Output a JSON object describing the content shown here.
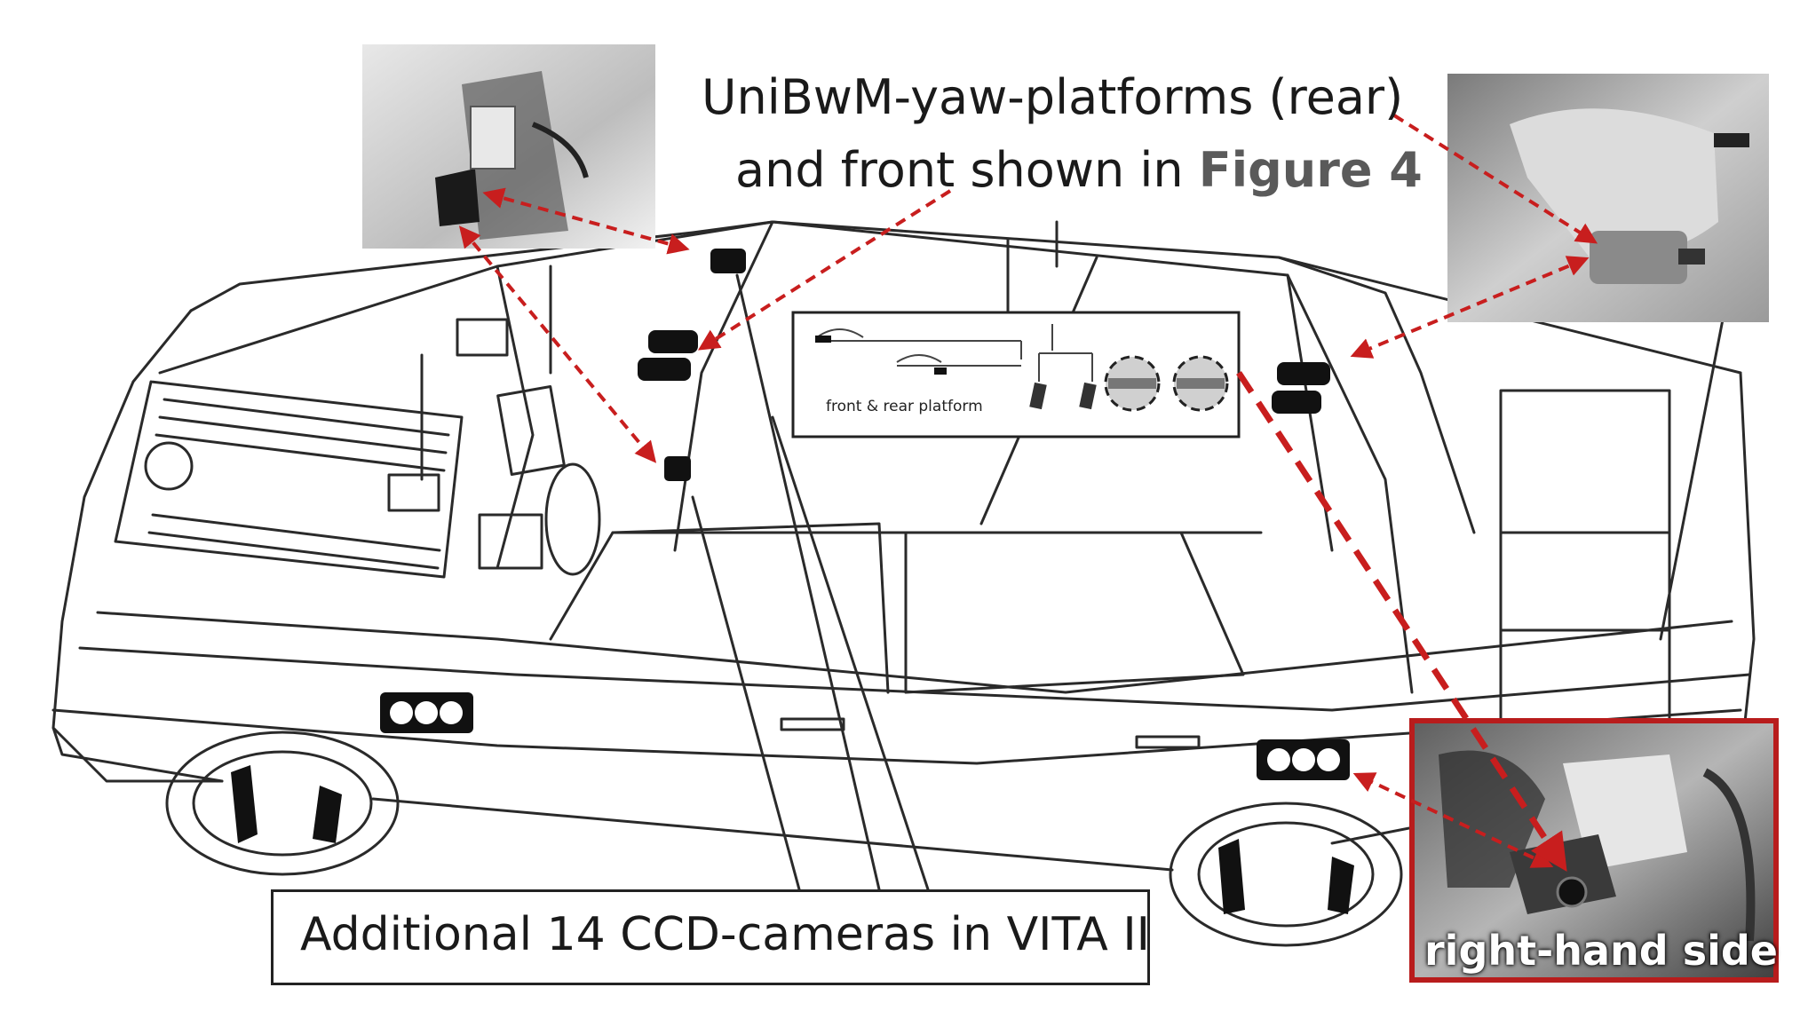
{
  "diagram": {
    "title_line1": "UniBwM-yaw-platforms (rear)",
    "title_line2_prefix": "and front shown in ",
    "title_line2_ref": "Figure 4",
    "inset_label": "front & rear platform",
    "bottom_label": "Additional 14 CCD-cameras in VITA II",
    "right_photo_label": "right-hand side"
  },
  "colors": {
    "arrow": "#c81e1e",
    "highlight_frame": "#b81c1c",
    "drawing": "#2a2a2a",
    "camera": "#111111"
  }
}
